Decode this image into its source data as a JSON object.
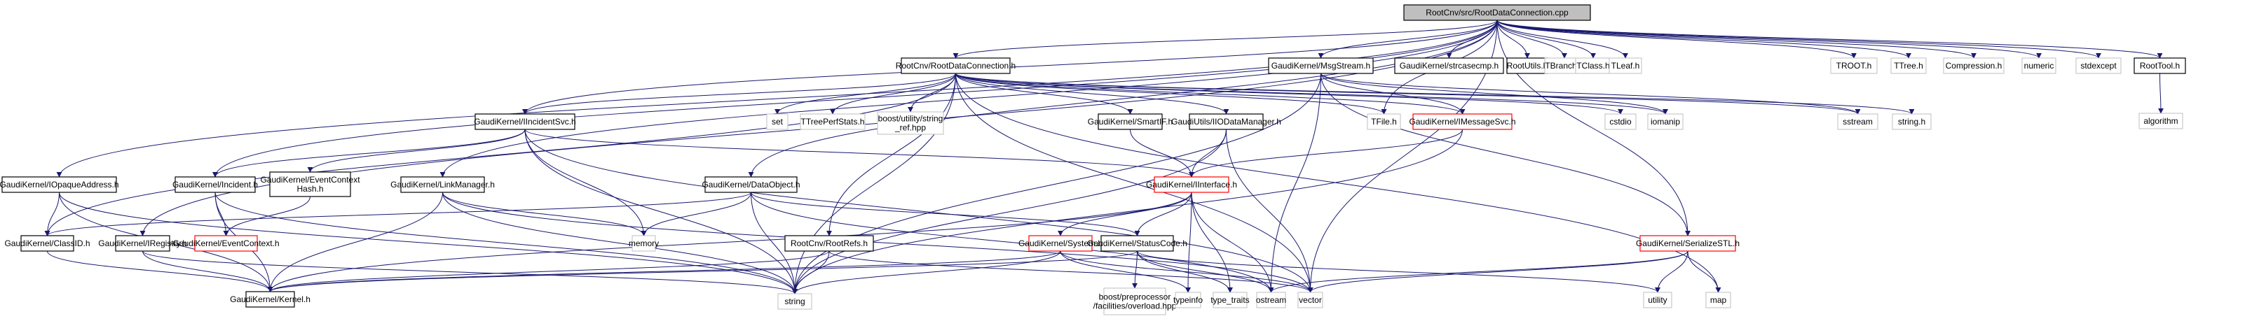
{
  "title": "RootCnv/src/RootDataConnection.cpp include dependency graph",
  "colors": {
    "edge": "#191970",
    "root_fill": "#bfbfbf",
    "documented_border": "#000000",
    "external_border": "#bfbfbf",
    "truncated_border": "#ff0000"
  },
  "nodes": [
    {
      "id": "cpp",
      "label": [
        "RootCnv/src/RootDataConnection.cpp"
      ],
      "kind": "root"
    },
    {
      "id": "rdc_h",
      "label": [
        "RootCnv/RootDataConnection.h"
      ],
      "kind": "doc"
    },
    {
      "id": "msgstream",
      "label": [
        "GaudiKernel/MsgStream.h"
      ],
      "kind": "doc"
    },
    {
      "id": "strcasecmp",
      "label": [
        "GaudiKernel/strcasecmp.h"
      ],
      "kind": "doc"
    },
    {
      "id": "rootutils",
      "label": [
        "RootUtils.h"
      ],
      "kind": "doc"
    },
    {
      "id": "tbranch",
      "label": [
        "TBranch.h"
      ],
      "kind": "ext"
    },
    {
      "id": "tclass",
      "label": [
        "TClass.h"
      ],
      "kind": "ext"
    },
    {
      "id": "tleaf",
      "label": [
        "TLeaf.h"
      ],
      "kind": "ext"
    },
    {
      "id": "troot",
      "label": [
        "TROOT.h"
      ],
      "kind": "ext"
    },
    {
      "id": "ttree",
      "label": [
        "TTree.h"
      ],
      "kind": "ext"
    },
    {
      "id": "compression",
      "label": [
        "Compression.h"
      ],
      "kind": "ext"
    },
    {
      "id": "numeric",
      "label": [
        "numeric"
      ],
      "kind": "ext"
    },
    {
      "id": "stdexcept",
      "label": [
        "stdexcept"
      ],
      "kind": "ext"
    },
    {
      "id": "roottool",
      "label": [
        "RootTool.h"
      ],
      "kind": "doc"
    },
    {
      "id": "algorithm",
      "label": [
        "algorithm"
      ],
      "kind": "ext"
    },
    {
      "id": "iincidentsvc",
      "label": [
        "GaudiKernel/IIncidentSvc.h"
      ],
      "kind": "doc"
    },
    {
      "id": "set",
      "label": [
        "set"
      ],
      "kind": "ext"
    },
    {
      "id": "ttreeperf",
      "label": [
        "TTreePerfStats.h"
      ],
      "kind": "ext"
    },
    {
      "id": "stringref",
      "label": [
        "boost/utility/string",
        "_ref.hpp"
      ],
      "kind": "ext"
    },
    {
      "id": "smartif",
      "label": [
        "GaudiKernel/SmartIF.h"
      ],
      "kind": "doc"
    },
    {
      "id": "iiodm",
      "label": [
        "GaudiUtils/IIODataManager.h"
      ],
      "kind": "doc"
    },
    {
      "id": "tfile",
      "label": [
        "TFile.h"
      ],
      "kind": "ext"
    },
    {
      "id": "imsgsvc",
      "label": [
        "GaudiKernel/IMessageSvc.h"
      ],
      "kind": "trunc"
    },
    {
      "id": "cstdio",
      "label": [
        "cstdio"
      ],
      "kind": "ext"
    },
    {
      "id": "iomanip",
      "label": [
        "iomanip"
      ],
      "kind": "ext"
    },
    {
      "id": "sstream",
      "label": [
        "sstream"
      ],
      "kind": "ext"
    },
    {
      "id": "string_h",
      "label": [
        "string.h"
      ],
      "kind": "ext"
    },
    {
      "id": "iopaque",
      "label": [
        "GaudiKernel/IOpaqueAddress.h"
      ],
      "kind": "doc"
    },
    {
      "id": "incident",
      "label": [
        "GaudiKernel/Incident.h"
      ],
      "kind": "doc"
    },
    {
      "id": "ecthash",
      "label": [
        "GaudiKernel/EventContext",
        "Hash.h"
      ],
      "kind": "doc"
    },
    {
      "id": "linkmgr",
      "label": [
        "GaudiKernel/LinkManager.h"
      ],
      "kind": "doc"
    },
    {
      "id": "dataobject",
      "label": [
        "GaudiKernel/DataObject.h"
      ],
      "kind": "doc"
    },
    {
      "id": "iinterface",
      "label": [
        "GaudiKernel/IInterface.h"
      ],
      "kind": "trunc"
    },
    {
      "id": "serializestl",
      "label": [
        "GaudiKernel/SerializeSTL.h"
      ],
      "kind": "trunc"
    },
    {
      "id": "classid",
      "label": [
        "GaudiKernel/ClassID.h"
      ],
      "kind": "doc"
    },
    {
      "id": "iregistry",
      "label": [
        "GaudiKernel/IRegistry.h"
      ],
      "kind": "doc"
    },
    {
      "id": "eventcontext",
      "label": [
        "GaudiKernel/EventContext.h"
      ],
      "kind": "trunc"
    },
    {
      "id": "memory",
      "label": [
        "memory"
      ],
      "kind": "ext"
    },
    {
      "id": "rootrefs",
      "label": [
        "RootCnv/RootRefs.h"
      ],
      "kind": "doc"
    },
    {
      "id": "system",
      "label": [
        "GaudiKernel/System.h"
      ],
      "kind": "trunc"
    },
    {
      "id": "statuscode",
      "label": [
        "GaudiKernel/StatusCode.h"
      ],
      "kind": "doc"
    },
    {
      "id": "kernel",
      "label": [
        "GaudiKernel/Kernel.h"
      ],
      "kind": "doc"
    },
    {
      "id": "string",
      "label": [
        "string"
      ],
      "kind": "ext"
    },
    {
      "id": "overload",
      "label": [
        "boost/preprocessor",
        "/facilities/overload.hpp"
      ],
      "kind": "ext"
    },
    {
      "id": "typeinfo",
      "label": [
        "typeinfo"
      ],
      "kind": "ext"
    },
    {
      "id": "type_traits",
      "label": [
        "type_traits"
      ],
      "kind": "ext"
    },
    {
      "id": "ostream",
      "label": [
        "ostream"
      ],
      "kind": "ext"
    },
    {
      "id": "vector",
      "label": [
        "vector"
      ],
      "kind": "ext"
    },
    {
      "id": "utility",
      "label": [
        "utility"
      ],
      "kind": "ext"
    },
    {
      "id": "map",
      "label": [
        "map"
      ],
      "kind": "ext"
    }
  ],
  "edges": [
    [
      "cpp",
      "rdc_h"
    ],
    [
      "cpp",
      "msgstream"
    ],
    [
      "cpp",
      "strcasecmp"
    ],
    [
      "cpp",
      "rootutils"
    ],
    [
      "cpp",
      "tbranch"
    ],
    [
      "cpp",
      "tclass"
    ],
    [
      "cpp",
      "tleaf"
    ],
    [
      "cpp",
      "troot"
    ],
    [
      "cpp",
      "ttree"
    ],
    [
      "cpp",
      "compression"
    ],
    [
      "cpp",
      "numeric"
    ],
    [
      "cpp",
      "stdexcept"
    ],
    [
      "cpp",
      "roottool"
    ],
    [
      "cpp",
      "iincidentsvc"
    ],
    [
      "cpp",
      "iopaque"
    ],
    [
      "cpp",
      "incident"
    ],
    [
      "cpp",
      "iregistry"
    ],
    [
      "cpp",
      "linkmgr"
    ],
    [
      "cpp",
      "dataobject"
    ],
    [
      "cpp",
      "tfile"
    ],
    [
      "cpp",
      "serializestl"
    ],
    [
      "cpp",
      "vector"
    ],
    [
      "roottool",
      "algorithm"
    ],
    [
      "rdc_h",
      "iincidentsvc"
    ],
    [
      "rdc_h",
      "set"
    ],
    [
      "rdc_h",
      "ttreeperf"
    ],
    [
      "rdc_h",
      "stringref"
    ],
    [
      "rdc_h",
      "smartif"
    ],
    [
      "rdc_h",
      "iiodm"
    ],
    [
      "rdc_h",
      "tfile"
    ],
    [
      "rdc_h",
      "cstdio"
    ],
    [
      "rdc_h",
      "iomanip"
    ],
    [
      "rdc_h",
      "sstream"
    ],
    [
      "rdc_h",
      "string_h"
    ],
    [
      "rdc_h",
      "map"
    ],
    [
      "rdc_h",
      "vector"
    ],
    [
      "rdc_h",
      "classid"
    ],
    [
      "rdc_h",
      "rootrefs"
    ],
    [
      "rdc_h",
      "string"
    ],
    [
      "rdc_h",
      "imsgsvc"
    ],
    [
      "msgstream",
      "imsgsvc"
    ],
    [
      "msgstream",
      "string"
    ],
    [
      "msgstream",
      "ostream"
    ],
    [
      "msgstream",
      "iomanip"
    ],
    [
      "msgstream",
      "sstream"
    ],
    [
      "msgstream",
      "serializestl"
    ],
    [
      "iincidentsvc",
      "incident"
    ],
    [
      "iincidentsvc",
      "ecthash"
    ],
    [
      "iincidentsvc",
      "iinterface"
    ],
    [
      "iincidentsvc",
      "memory"
    ],
    [
      "iincidentsvc",
      "string"
    ],
    [
      "iincidentsvc",
      "vector"
    ],
    [
      "smartif",
      "iinterface"
    ],
    [
      "iiodm",
      "iinterface"
    ],
    [
      "iiodm",
      "string"
    ],
    [
      "iiodm",
      "vector"
    ],
    [
      "imsgsvc",
      "iinterface"
    ],
    [
      "imsgsvc",
      "string"
    ],
    [
      "iopaque",
      "classid"
    ],
    [
      "iopaque",
      "kernel"
    ],
    [
      "iopaque",
      "string"
    ],
    [
      "incident",
      "eventcontext"
    ],
    [
      "incident",
      "kernel"
    ],
    [
      "incident",
      "string"
    ],
    [
      "ecthash",
      "eventcontext"
    ],
    [
      "linkmgr",
      "kernel"
    ],
    [
      "linkmgr",
      "memory"
    ],
    [
      "linkmgr",
      "string"
    ],
    [
      "linkmgr",
      "vector"
    ],
    [
      "dataobject",
      "classid"
    ],
    [
      "dataobject",
      "statuscode"
    ],
    [
      "dataobject",
      "memory"
    ],
    [
      "dataobject",
      "string"
    ],
    [
      "dataobject",
      "ostream"
    ],
    [
      "iinterface",
      "system"
    ],
    [
      "iinterface",
      "statuscode"
    ],
    [
      "iinterface",
      "kernel"
    ],
    [
      "iinterface",
      "ostream"
    ],
    [
      "iinterface",
      "typeinfo"
    ],
    [
      "iinterface",
      "type_traits"
    ],
    [
      "classid",
      "kernel"
    ],
    [
      "iregistry",
      "kernel"
    ],
    [
      "iregistry",
      "string"
    ],
    [
      "rootrefs",
      "kernel"
    ],
    [
      "rootrefs",
      "string"
    ],
    [
      "rootrefs",
      "vector"
    ],
    [
      "system",
      "kernel"
    ],
    [
      "system",
      "string"
    ],
    [
      "system",
      "typeinfo"
    ],
    [
      "system",
      "vector"
    ],
    [
      "statuscode",
      "overload"
    ],
    [
      "statuscode",
      "type_traits"
    ],
    [
      "statuscode",
      "ostream"
    ],
    [
      "statuscode",
      "utility"
    ],
    [
      "statuscode",
      "kernel"
    ],
    [
      "serializestl",
      "ostream"
    ],
    [
      "serializestl",
      "vector"
    ],
    [
      "serializestl",
      "utility"
    ],
    [
      "serializestl",
      "map"
    ]
  ]
}
